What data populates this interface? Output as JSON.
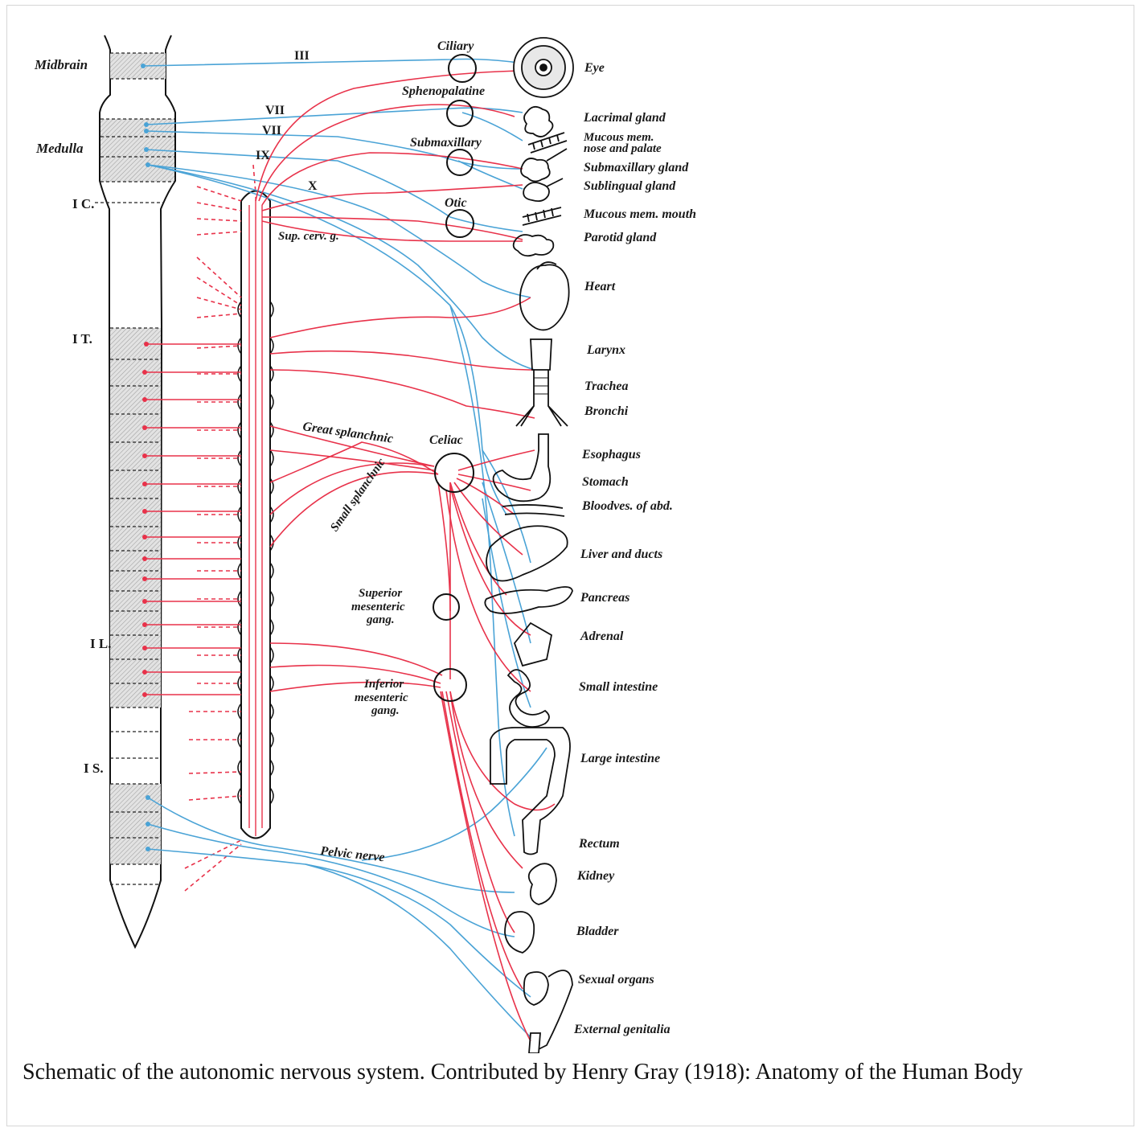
{
  "caption": "Schematic of the autonomic nervous system. Contributed by Henry Gray (1918): Anatomy of the Human Body",
  "colors": {
    "sympathetic": "#e8324a",
    "parasympathetic": "#4aa3d6",
    "outline": "#111111",
    "shade": "#cfcfcf"
  },
  "cord_labels": {
    "midbrain": "Midbrain",
    "medulla": "Medulla",
    "cervical": "I C.",
    "thoracic": "I T.",
    "lumbar": "I L.",
    "sacral": "I S."
  },
  "nerve_labels": {
    "iii": "III",
    "vii_a": "VII",
    "vii_b": "VII",
    "ix": "IX",
    "x": "X",
    "sup_cerv": "Sup. cerv. g.",
    "great_splanchnic": "Great splanchnic",
    "small_splanchnic": "Small splanchnic",
    "pelvic_nerve": "Pelvic nerve"
  },
  "ganglia": {
    "ciliary": "Ciliary",
    "sphenopalatine": "Sphenopalatine",
    "submaxillary": "Submaxillary",
    "otic": "Otic",
    "celiac": "Celiac",
    "sup_mes_1": "Superior",
    "sup_mes_2": "mesenteric",
    "sup_mes_3": "gang.",
    "inf_mes_1": "Inferior",
    "inf_mes_2": "mesenteric",
    "inf_mes_3": "gang."
  },
  "organs": {
    "eye": "Eye",
    "lacrimal": "Lacrimal gland",
    "mucous_nose_1": "Mucous mem.",
    "mucous_nose_2": "nose and palate",
    "submaxillary_gland": "Submaxillary gland",
    "sublingual": "Sublingual gland",
    "mucous_mouth": "Mucous mem. mouth",
    "parotid": "Parotid gland",
    "heart": "Heart",
    "larynx": "Larynx",
    "trachea": "Trachea",
    "bronchi": "Bronchi",
    "esophagus": "Esophagus",
    "stomach": "Stomach",
    "bloodves": "Bloodves. of abd.",
    "liver": "Liver and ducts",
    "pancreas": "Pancreas",
    "adrenal": "Adrenal",
    "small_intestine": "Small intestine",
    "large_intestine": "Large intestine",
    "rectum": "Rectum",
    "kidney": "Kidney",
    "bladder": "Bladder",
    "sexual": "Sexual organs",
    "external": "External genitalia"
  }
}
